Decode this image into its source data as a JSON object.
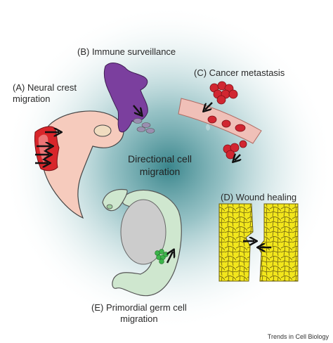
{
  "center_title": [
    "Directional cell",
    "migration"
  ],
  "panels": {
    "a": [
      "(A) Neural crest",
      "migration"
    ],
    "b": "(B) Immune surveillance",
    "c": "(C) Cancer metastasis",
    "d": "(D) Wound healing",
    "e": [
      "(E) Primordial germ cell",
      "migration"
    ]
  },
  "credit": "Trends in Cell Biology",
  "colors": {
    "glow": "#3f8f95",
    "neural_embryo": "#f6cbbd",
    "neural_crest": "#d8262b",
    "immune_cell": "#7b3f9e",
    "vessel": "#f0c0b8",
    "cancer_cell": "#d12631",
    "wound_tissue": "#f2e61c",
    "germ_embryo": "#cfe7cf",
    "germ_yolk": "#cccccc",
    "germ_cells": "#3cb44a"
  }
}
